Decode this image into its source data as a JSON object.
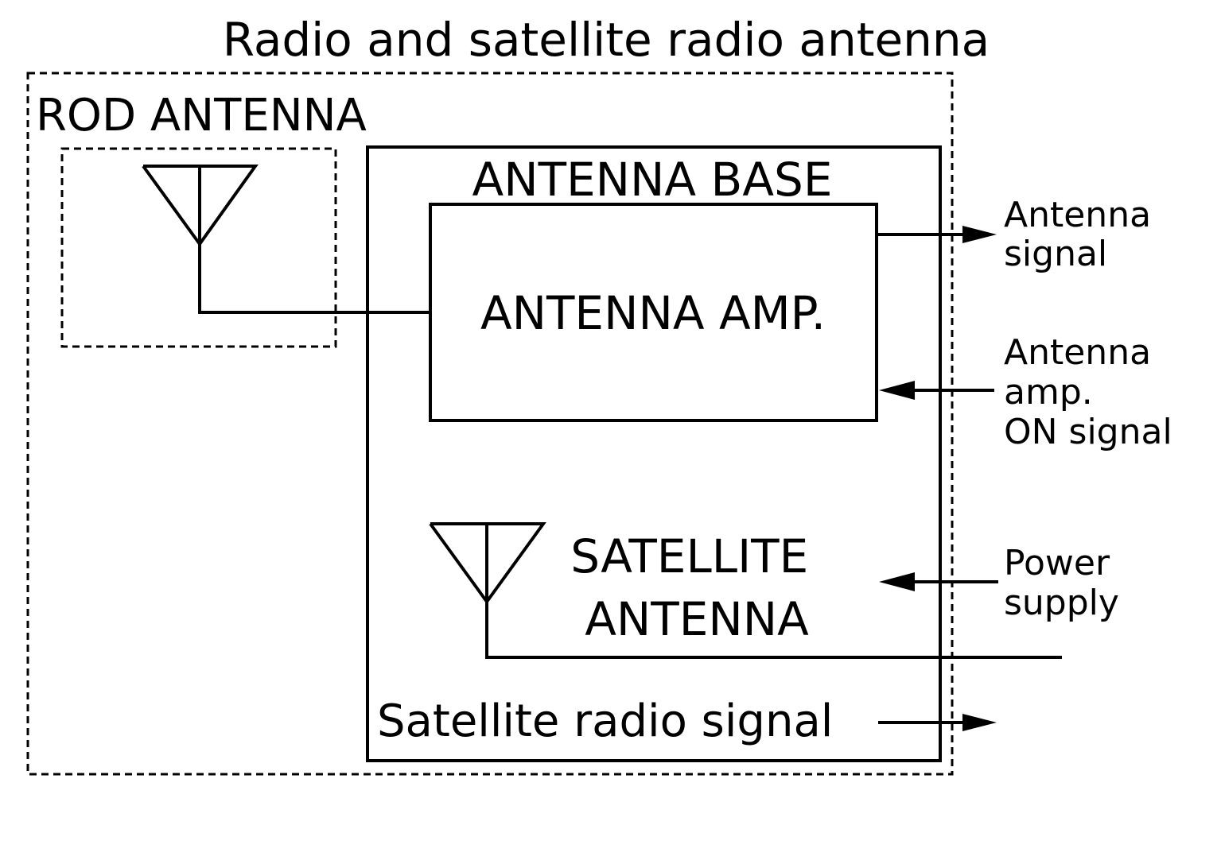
{
  "diagram": {
    "title": "Radio and satellite radio antenna",
    "rod_antenna_label": "ROD ANTENNA",
    "antenna_base_label": "ANTENNA BASE",
    "antenna_amp_label": "ANTENNA AMP.",
    "satellite_antenna_label": [
      "SATELLITE",
      "ANTENNA"
    ],
    "satellite_radio_signal_label": "Satellite radio signal",
    "antenna_signal_label": [
      "Antenna",
      "signal"
    ],
    "antenna_amp_on_signal_label": [
      "Antenna",
      "amp.",
      "ON signal"
    ],
    "power_supply_label": [
      "Power",
      "supply"
    ]
  },
  "colors": {
    "line": "#000000",
    "background": "#ffffff"
  }
}
